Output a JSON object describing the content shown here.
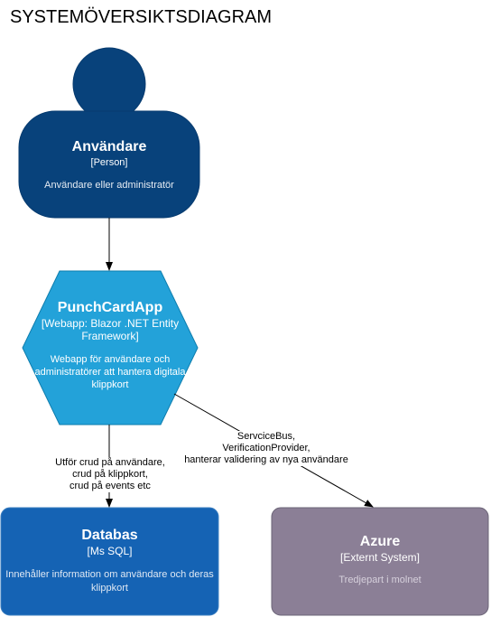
{
  "title": "SYSTEMÖVERSIKTSDIAGRAM",
  "colors": {
    "person": "#08427b",
    "container": "#23a2d9",
    "database": "#1563b4",
    "external": "#8b7f96"
  },
  "nodes": {
    "person": {
      "name": "Användare",
      "kind": "[Person]",
      "desc": "Användare eller administratör"
    },
    "app": {
      "name": "PunchCardApp",
      "kind_line1": "[Webapp: Blazor .NET Entity",
      "kind_line2": "Framework]",
      "desc_line1": "Webapp för användare och",
      "desc_line2": "administratörer att hantera digitala",
      "desc_line3": "klippkort"
    },
    "database": {
      "name": "Databas",
      "kind": "[Ms SQL]",
      "desc_line1": "Innehåller information om användare och deras",
      "desc_line2": "klippkort"
    },
    "azure": {
      "name": "Azure",
      "kind": "[Externt System]",
      "desc": "Tredjepart i molnet"
    }
  },
  "edges": {
    "app_to_db": {
      "line1": "Utför crud på användare,",
      "line2": "crud på klippkort,",
      "line3": "crud på events etc"
    },
    "app_to_azure": {
      "line1": "ServciceBus,",
      "line2": "VerificationProvider,",
      "line3": "hanterar validering av nya användare"
    }
  }
}
